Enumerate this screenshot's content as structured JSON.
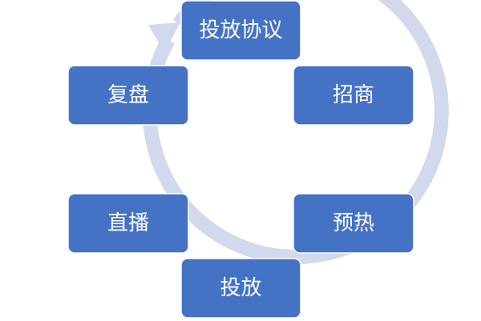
{
  "diagram": {
    "type": "cycle",
    "ring_color": "#d3d9ec",
    "node_color": "#4472c4",
    "label_color": "#ffffff",
    "nodes": [
      {
        "id": "agreement",
        "label": "投放协议"
      },
      {
        "id": "merchants",
        "label": "招商"
      },
      {
        "id": "warmup",
        "label": "预热"
      },
      {
        "id": "launch",
        "label": "投放"
      },
      {
        "id": "livestream",
        "label": "直播"
      },
      {
        "id": "review",
        "label": "复盘"
      }
    ]
  }
}
